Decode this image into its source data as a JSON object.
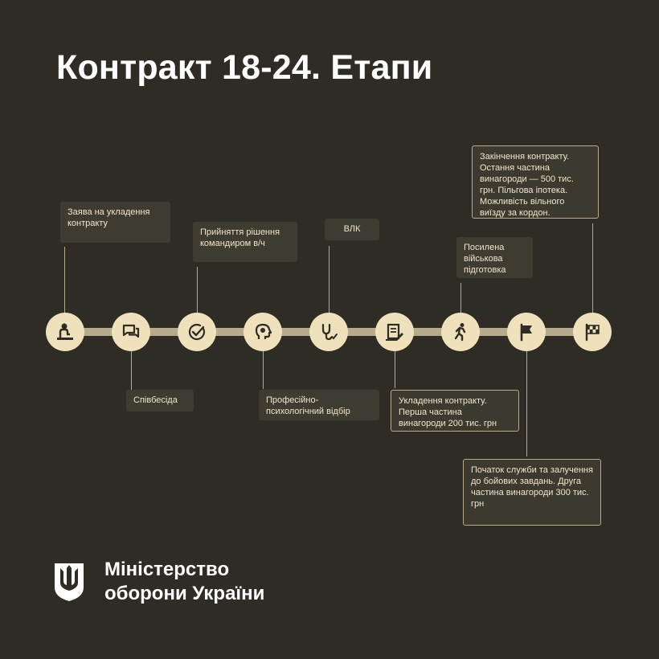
{
  "title": "Контракт 18-24. Етапи",
  "colors": {
    "background": "#2e2c24",
    "node": "#efe1bc",
    "line": "#b6ab8c",
    "label_bg": "#3e3b30",
    "text": "#f0e6cd"
  },
  "steps": [
    {
      "icon": "person-at-desk-icon",
      "label": "Заява на укладення контракту"
    },
    {
      "icon": "chat-bubbles-icon",
      "label": "Співбесіда"
    },
    {
      "icon": "checkmark-circle-icon",
      "label": "Прийняття рішення командиром в/ч"
    },
    {
      "icon": "head-gear-icon",
      "label": "Професійно-психологічний відбір"
    },
    {
      "icon": "stethoscope-icon",
      "label": "ВЛК"
    },
    {
      "icon": "document-signing-icon",
      "label": "Укладення контракту. Перша частина винагороди 200 тис. грн"
    },
    {
      "icon": "running-person-icon",
      "label": "Посилена військова підготовка"
    },
    {
      "icon": "flag-icon",
      "label": "Початок служби та залучення до бойових завдань. Друга частина винагороди 300 тис. грн"
    },
    {
      "icon": "checkered-flag-icon",
      "label": "Закінчення контракту. Остання частина винагороди — 500 тис. грн. Пільгова іпотека. Можливість вільного виїзду за кордон."
    }
  ],
  "ministry": {
    "logo_icon": "trident-shield-icon",
    "name_line1": "Міністерство",
    "name_line2": "оборони України"
  }
}
